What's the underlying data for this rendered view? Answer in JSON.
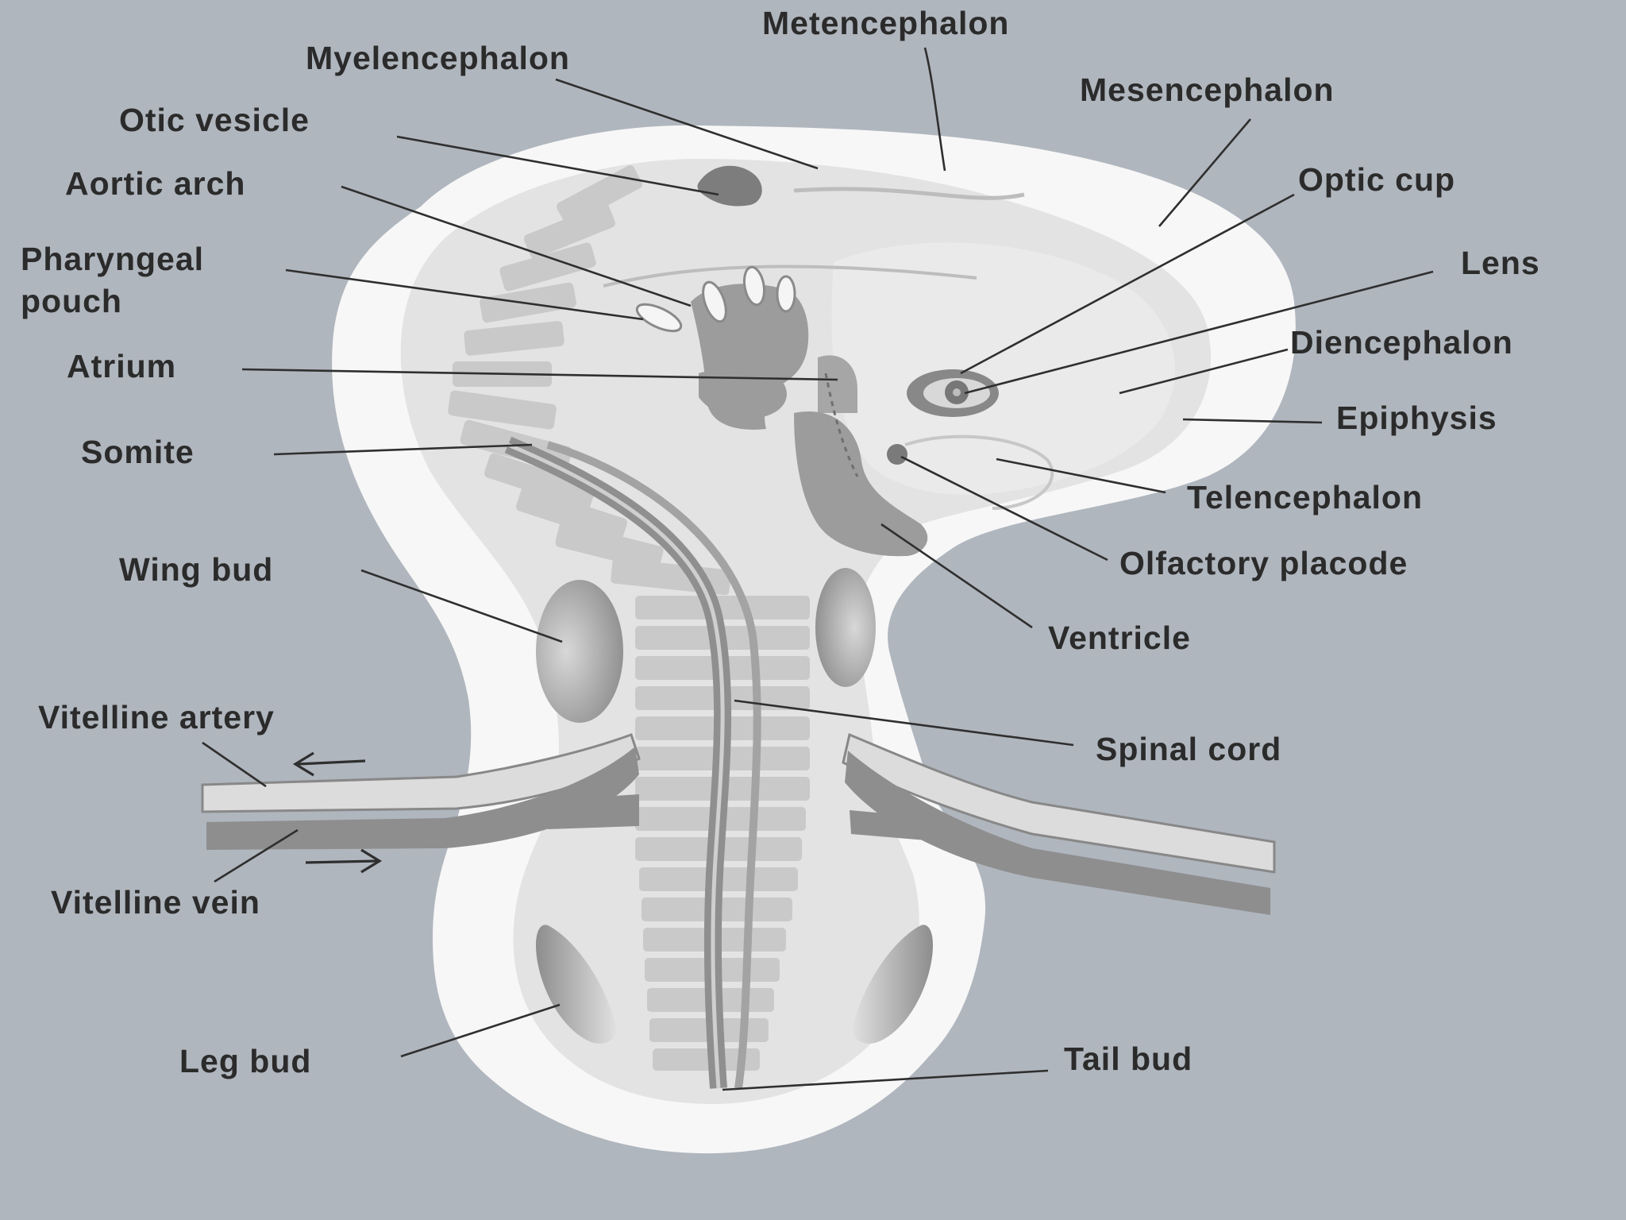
{
  "labels": {
    "metencephalon": "Metencephalon",
    "myelencephalon": "Myelencephalon",
    "mesencephalon": "Mesencephalon",
    "otic_vesicle": "Otic vesicle",
    "optic_cup": "Optic cup",
    "aortic_arch": "Aortic arch",
    "lens": "Lens",
    "pharyngeal_pouch_line1": "Pharyngeal",
    "pharyngeal_pouch_line2": "pouch",
    "diencephalon": "Diencephalon",
    "atrium": "Atrium",
    "epiphysis": "Epiphysis",
    "somite": "Somite",
    "telencephalon": "Telencephalon",
    "olfactory_placode": "Olfactory placode",
    "wing_bud": "Wing bud",
    "ventricle": "Ventricle",
    "vitelline_artery": "Vitelline artery",
    "spinal_cord": "Spinal cord",
    "vitelline_vein": "Vitelline vein",
    "leg_bud": "Leg bud",
    "tail_bud": "Tail bud"
  },
  "colors": {
    "background": "#b0b6be",
    "outer_membrane": "#f7f7f7",
    "embryo_body": "#e3e3e3",
    "somite": "#c9c9c9",
    "heart_and_vessels": "#9c9c9c",
    "spinal_cord": "#8f8f8f",
    "label_text": "#2b2b2b"
  }
}
